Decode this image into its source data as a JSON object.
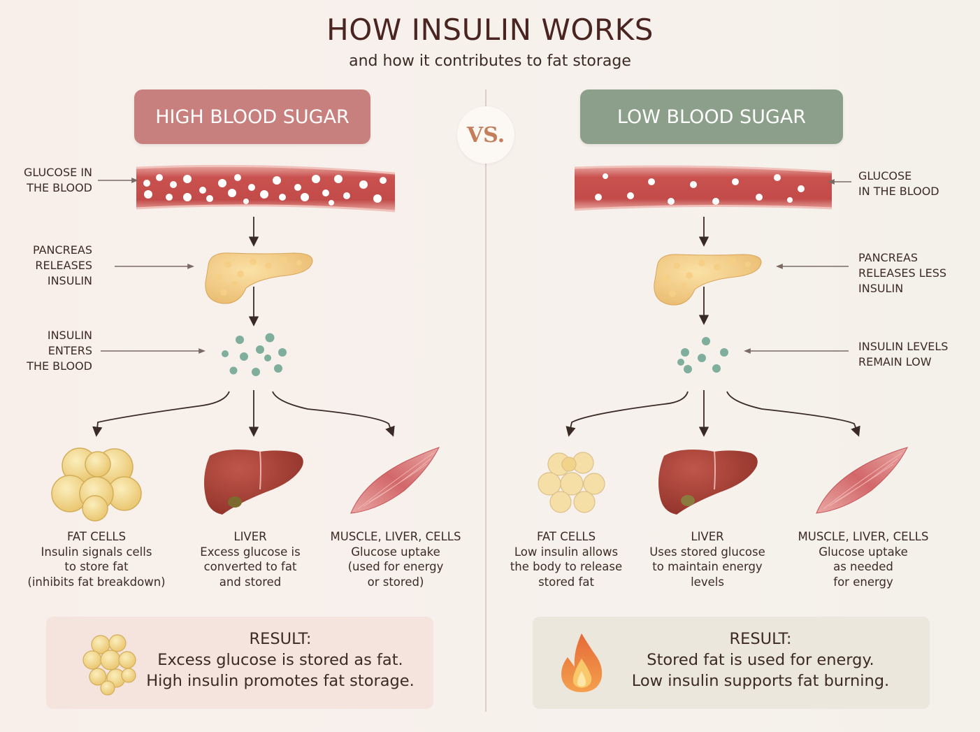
{
  "title": "HOW INSULIN WORKS",
  "subtitle": "and how it contributes to fat storage",
  "vs": "VS.",
  "high": {
    "header": "HIGH BLOOD SUGAR",
    "labels": {
      "glucose": "GLUCOSE IN\nTHE BLOOD",
      "pancreas": "PANCREAS\nRELEASES\nINSULIN",
      "insulin": "INSULIN\nENTERS\nTHE BLOOD"
    },
    "outcomes": [
      {
        "head": "FAT CELLS",
        "lines": [
          "Insulin signals cells",
          "to store fat",
          "(inhibits fat breakdown)"
        ],
        "icon": "fat-cells-icon"
      },
      {
        "head": "LIVER",
        "lines": [
          "Excess glucose is",
          "converted to fat",
          "and stored"
        ],
        "icon": "liver-icon"
      },
      {
        "head": "MUSCLE, LIVER, CELLS",
        "lines": [
          "Glucose uptake",
          "(used for energy",
          "or stored)"
        ],
        "icon": "muscle-icon"
      }
    ],
    "result": {
      "head": "RESULT:",
      "lines": [
        "Excess glucose is stored as fat.",
        "High insulin promotes fat storage."
      ],
      "icon": "fat-cluster-icon"
    }
  },
  "low": {
    "header": "LOW BLOOD SUGAR",
    "labels": {
      "glucose": "GLUCOSE\nIN THE BLOOD",
      "pancreas": "PANCREAS\nRELEASES LESS\nINSULIN",
      "insulin": "INSULIN LEVELS\nREMAIN LOW"
    },
    "outcomes": [
      {
        "head": "FAT CELLS",
        "lines": [
          "Low insulin allows",
          "the body to release",
          "stored fat"
        ],
        "icon": "fat-cells-icon"
      },
      {
        "head": "LIVER",
        "lines": [
          "Uses stored glucose",
          "to maintain energy",
          "levels"
        ],
        "icon": "liver-icon"
      },
      {
        "head": "MUSCLE, LIVER, CELLS",
        "lines": [
          "Glucose uptake",
          "as needed",
          "for energy"
        ],
        "icon": "muscle-icon"
      }
    ],
    "result": {
      "head": "RESULT:",
      "lines": [
        "Stored fat is used for energy.",
        "Low insulin supports fat burning."
      ],
      "icon": "flame-icon"
    }
  },
  "colors": {
    "high_header": "#c7807d",
    "low_header": "#8c9f8a",
    "vs_text": "#c57e5c",
    "vessel": "#c9524f",
    "insulin_dots": "#7fae9c",
    "fat": "#f2d98a",
    "liver": "#a8433a",
    "muscle": "#d9787a"
  }
}
